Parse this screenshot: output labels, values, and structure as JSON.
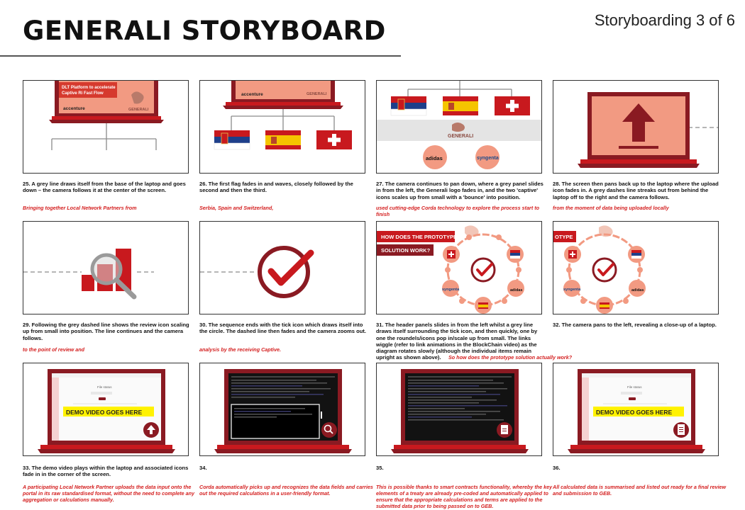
{
  "header": {
    "title": "GENERALI STORYBOARD",
    "page_indicator": "Storyboarding 3 of 6"
  },
  "brand": {
    "red": "#c8191e",
    "dark_red": "#8a1a22",
    "salmon": "#f29a82",
    "grey": "#8a8a8a"
  },
  "frames": [
    {
      "number": 25,
      "caption": "25. A grey line draws itself from the base of the laptop and goes down – the camera follows it at the center of the screen.",
      "voiceover": "Bringing together Local Network Partners from",
      "labels": [
        "DLT Platform to accelerate",
        "Captive Ri Fast Flow",
        "accenture",
        "GENERALI"
      ]
    },
    {
      "number": 26,
      "caption": "26. The first flag fades in and waves, closely followed by the second and then the third.",
      "voiceover": "Serbia, Spain and Switzerland,",
      "labels": [
        "accenture",
        "GENERALI"
      ]
    },
    {
      "number": 27,
      "caption": "27. The camera continues to pan down, where a grey panel slides in from the left, the Generali logo fades in, and the two 'captive' icons scales up from small with a 'bounce' into position.",
      "voiceover": "used cutting-edge Corda technology to explore the process start to finish",
      "labels": [
        "GENERALI",
        "adidas",
        "syngenta"
      ]
    },
    {
      "number": 28,
      "caption": "28. The screen then pans back up to the laptop where the upload icon fades in. A grey dashes line streaks out from behind the laptop off to the right and the camera follows.",
      "voiceover": "from the moment of data being uploaded locally",
      "labels": []
    },
    {
      "number": 29,
      "caption": "29. Following the grey dashed line shows the review icon scaling up from small into position. The line continues and the camera follows.",
      "voiceover": "to the point of review and",
      "labels": []
    },
    {
      "number": 30,
      "caption": "30. The sequence ends with the tick icon which draws itself into the circle. The dashed line then fades and the camera zooms out.",
      "voiceover": "analysis by the receiving Captive.",
      "labels": []
    },
    {
      "number": 31,
      "caption": "31. The header panels slides in from the left whilst a grey line draws itself surrounding the tick icon, and then quickly, one by one the roundels/icons pop in/scale up from small. The links wiggle (refer to link animations in the BlockChain video) as the diagram rotates slowly (although the individual items remain upright as shown above).",
      "voiceover": "",
      "labels": [
        "HOW DOES THE PROTOTYPE",
        "SOLUTION WORK?",
        "syngenta",
        "adidas"
      ]
    },
    {
      "number": 32,
      "caption": "32. The camera pans to the left, revealing a close-up of a laptop.",
      "voiceover": "",
      "labels": [
        "OTYPE",
        "syngenta",
        "adidas"
      ]
    },
    {
      "number": 33,
      "caption": "33. The demo video plays within the laptop and associated icons fade in in the corner of the screen.",
      "voiceover": "A participating Local Network Partner uploads the data input onto the portal in its raw standardised format, without the need to complete any aggregation or calculations manually.",
      "labels": [
        "DEMO VIDEO GOES HERE",
        "File status"
      ]
    },
    {
      "number": 34,
      "caption": "34.",
      "voiceover": "Corda automatically picks up and recognizes the data fields and carries out the required calculations in a user-friendly format.",
      "labels": []
    },
    {
      "number": 35,
      "caption": "35.",
      "voiceover": "This is possible thanks to smart contracts functionality, whereby the key elements of a treaty are already pre-coded and automatically applied to ensure that the appropriate calculations and terms are applied to the submitted data prior to being passed on to GEB.",
      "labels": []
    },
    {
      "number": 36,
      "caption": "36.",
      "voiceover": "All calculated data is summarised and listed out ready for a final review and submission to GEB.",
      "labels": [
        "DEMO VIDEO GOES HERE",
        "File status"
      ]
    }
  ],
  "mid_voiceover": "So how does the prototype solution actually work?"
}
